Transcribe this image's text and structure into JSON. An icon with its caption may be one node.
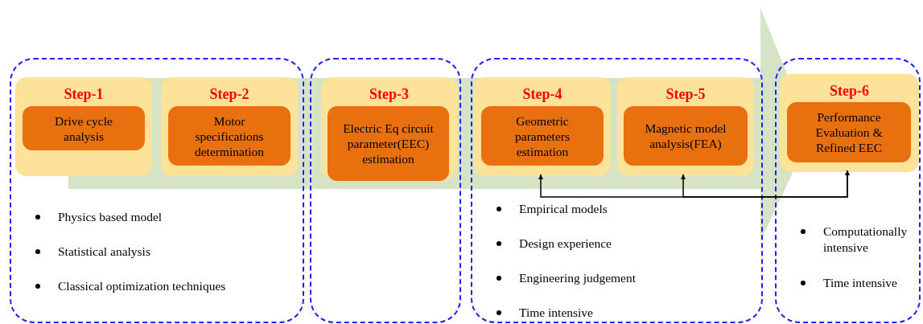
{
  "diagram": {
    "nodes": [
      {
        "text": [
          "Physics based model",
          "Statistical analysis",
          "Classical optimization techniques"
        ]
      },
      {
        "text": [
          "Step-1"
        ],
        "in": 0
      },
      {
        "text": [
          "Drive cycle analysis"
        ],
        "in": 1
      },
      {
        "text": [
          "Step-2"
        ],
        "in": 0
      },
      {
        "text": [
          "Motor specifications determination"
        ],
        "in": 3
      },
      {
        "text": [],
        "shape": "box"
      },
      {
        "text": [
          "Step-3"
        ],
        "in": 5
      },
      {
        "text": [
          "Electric Eq circuit parameter(EEC) estimation"
        ],
        "in": 6
      },
      {
        "text": [
          "Empirical models",
          "Design experience",
          "Engineering judgement",
          "Time intensive"
        ]
      },
      {
        "text": [
          "Step-4"
        ],
        "in": 8
      },
      {
        "text": [
          "Geometric parameters estimation"
        ],
        "in": 9
      },
      {
        "text": [
          "Step-5"
        ],
        "in": 8
      },
      {
        "text": [
          "Magnetic model analysis(FEA)"
        ],
        "in": 11
      },
      {
        "text": [
          "Computationally intensive",
          "Time intensive"
        ]
      },
      {
        "text": [
          "Step-6"
        ],
        "in": 13
      },
      {
        "text": [
          "Performance Evaluation & Refined EEC"
        ],
        "in": 14
      }
    ],
    "edges": [
      {
        "from": 9,
        "to": 14,
        "arrow": "both"
      },
      {
        "from": 11,
        "to": 14,
        "arrow": "both"
      }
    ]
  }
}
